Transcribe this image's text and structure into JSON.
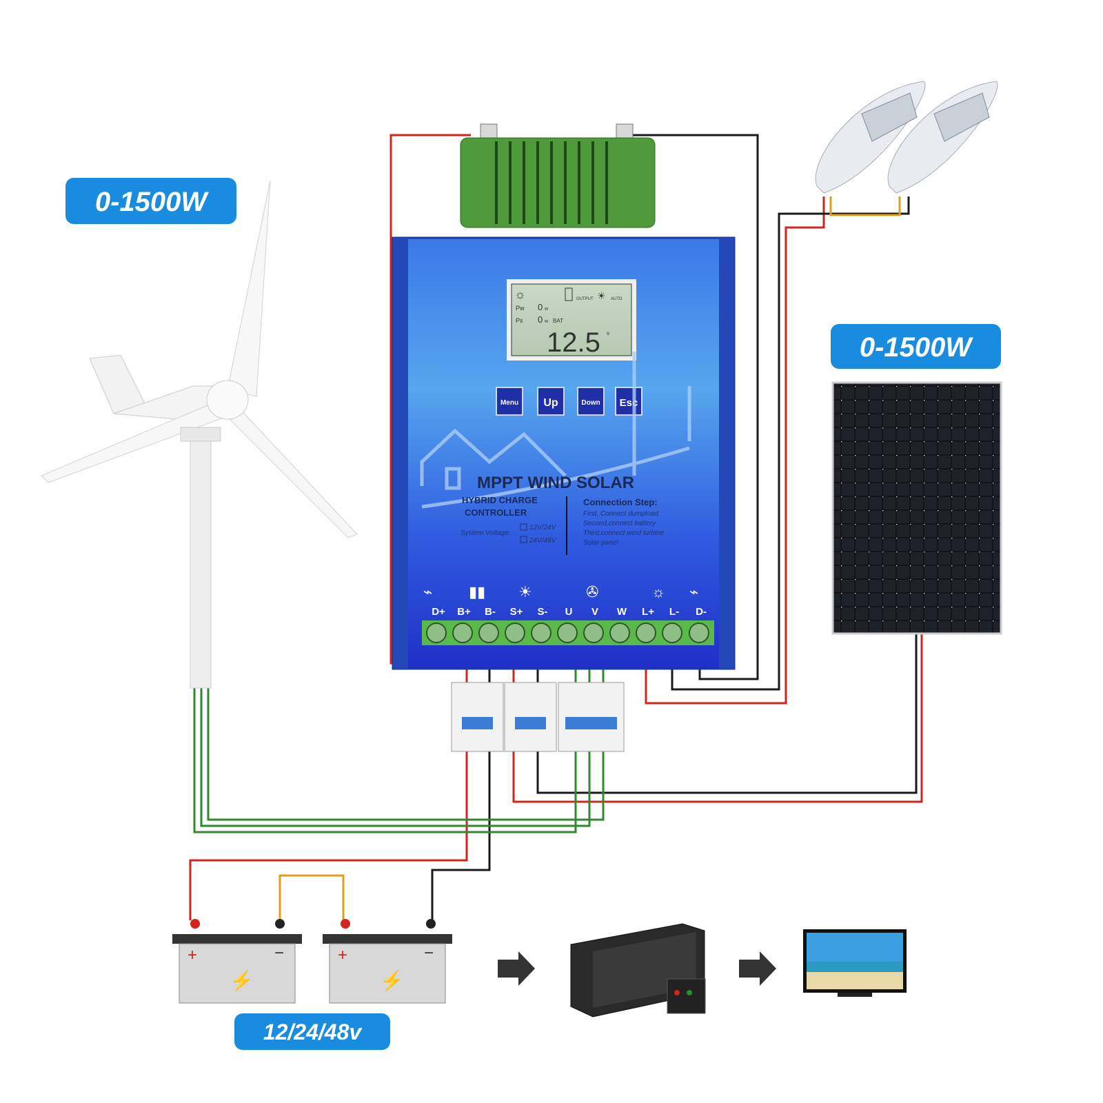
{
  "labels": {
    "wind_power": "0-1500W",
    "solar_power": "0-1500W",
    "battery_voltage": "12/24/48v"
  },
  "controller": {
    "title": "MPPT WIND SOLAR",
    "subtitle_line1": "HYBRID CHARGE",
    "subtitle_line2": "CONTROLLER",
    "system_voltage_label": "System Voltage:",
    "voltage_options": [
      "12V/24V",
      "24V/48V"
    ],
    "connection_heading": "Connection Step:",
    "connection_steps": [
      "First, Connect dumpload",
      "Second,connect battery",
      "Third,connect wind turbine",
      "Solar panel"
    ],
    "lcd": {
      "pw_label": "Pw",
      "ps_label": "Ps",
      "pw_value": "0",
      "ps_value": "0",
      "unit_w": "w",
      "bat_label": "BAT",
      "voltage": "12.5",
      "voltage_unit": "v",
      "output_label": "OUTPUT",
      "auto_label": "AUTO"
    },
    "buttons": [
      "Menu",
      "Up",
      "Down",
      "Esc"
    ],
    "terminals": [
      "D+",
      "B+",
      "B-",
      "S+",
      "S-",
      "U",
      "V",
      "W",
      "L+",
      "L-",
      "D-"
    ]
  },
  "colors": {
    "label_blue": "#1a8ce0",
    "controller_blue": "#2a4fd8",
    "wire_red": "#d0241c",
    "wire_black": "#1a1a1a",
    "wire_green": "#2f8a2f",
    "wire_yellow": "#d9a21b",
    "dumpload_green": "#4f9a3a"
  },
  "icons": [
    "wind-turbine",
    "solar-panel",
    "street-lamp",
    "dump-load-resistor",
    "circuit-breaker",
    "battery",
    "inverter",
    "television",
    "arrow-right"
  ]
}
